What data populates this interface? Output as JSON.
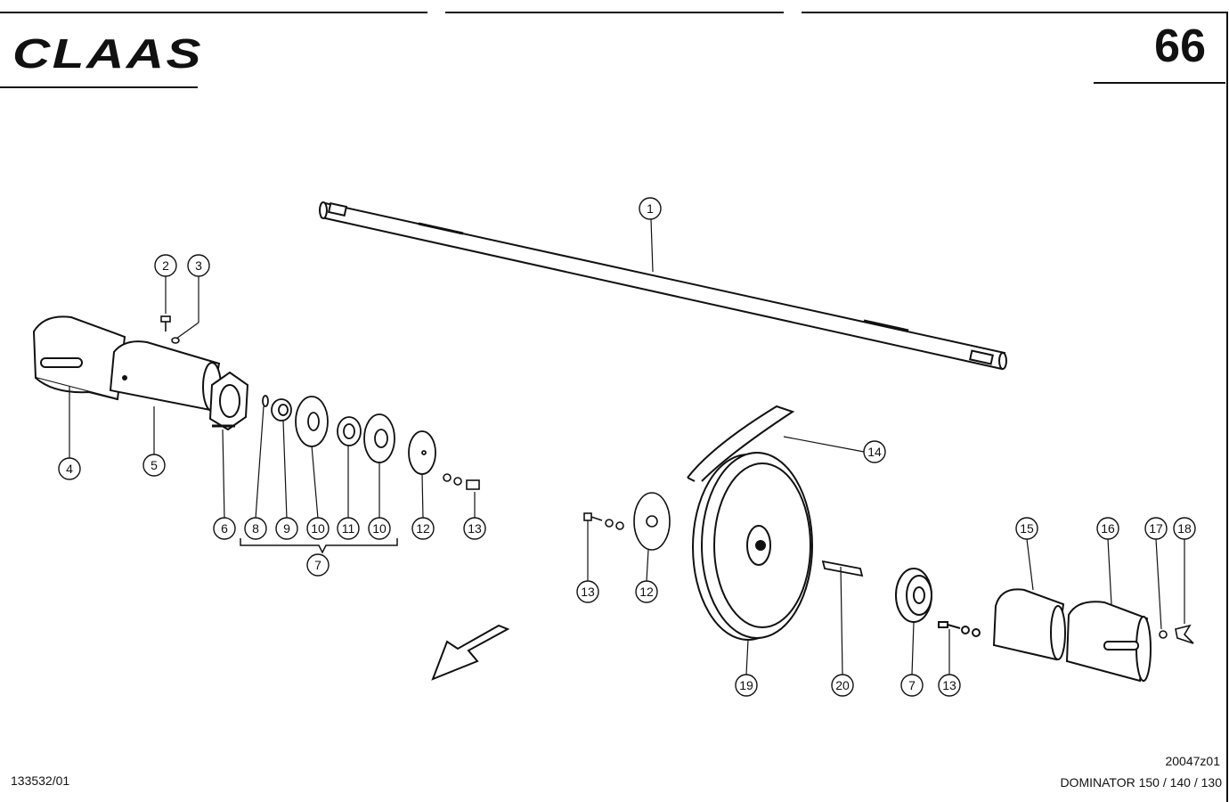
{
  "header": {
    "brand": "CLAAS",
    "page_number": "66"
  },
  "footer": {
    "reference_left": "133532/01",
    "drawing_code": "20047z01",
    "model": "DOMINATOR 150 / 140 / 130"
  },
  "callouts": [
    {
      "id": "c1",
      "label": "1"
    },
    {
      "id": "c2",
      "label": "2"
    },
    {
      "id": "c3",
      "label": "3"
    },
    {
      "id": "c4",
      "label": "4"
    },
    {
      "id": "c5",
      "label": "5"
    },
    {
      "id": "c6",
      "label": "6"
    },
    {
      "id": "c7a",
      "label": "7"
    },
    {
      "id": "c8",
      "label": "8"
    },
    {
      "id": "c9",
      "label": "9"
    },
    {
      "id": "c10a",
      "label": "10"
    },
    {
      "id": "c11",
      "label": "11"
    },
    {
      "id": "c10b",
      "label": "10"
    },
    {
      "id": "c12a",
      "label": "12"
    },
    {
      "id": "c13a",
      "label": "13"
    },
    {
      "id": "c13b",
      "label": "13"
    },
    {
      "id": "c12b",
      "label": "12"
    },
    {
      "id": "c14",
      "label": "14"
    },
    {
      "id": "c15",
      "label": "15"
    },
    {
      "id": "c16",
      "label": "16"
    },
    {
      "id": "c17",
      "label": "17"
    },
    {
      "id": "c18",
      "label": "18"
    },
    {
      "id": "c19",
      "label": "19"
    },
    {
      "id": "c20",
      "label": "20"
    },
    {
      "id": "c7b",
      "label": "7"
    },
    {
      "id": "c13c",
      "label": "13"
    }
  ]
}
